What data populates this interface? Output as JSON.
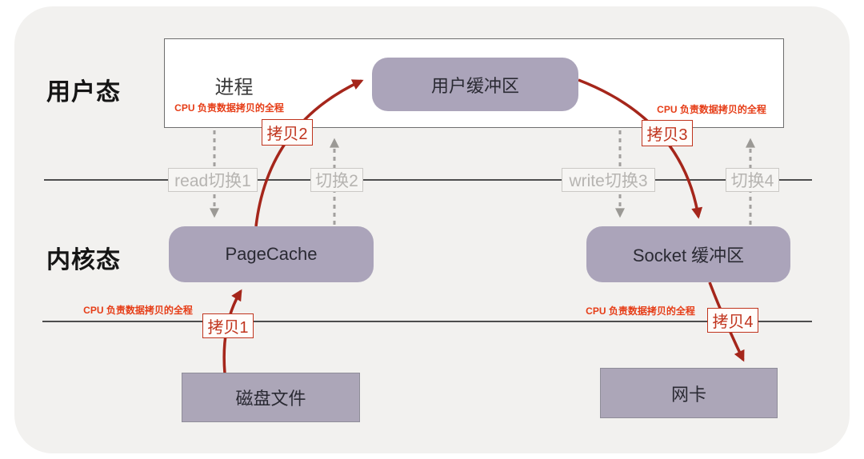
{
  "diagram": {
    "title_context": "CPU copy data flow (user mode / kernel mode)",
    "zone_labels": {
      "user_mode": "用户态",
      "kernel_mode": "内核态"
    },
    "process_label": "进程",
    "cpu_note": "CPU 负责数据拷贝的全程",
    "nodes": {
      "user_buffer": "用户缓冲区",
      "page_cache": "PageCache",
      "socket_buffer": "Socket 缓冲区",
      "disk_file": "磁盘文件",
      "nic": "网卡"
    },
    "switch_labels": [
      "read切换1",
      "切换2",
      "write切换3",
      "切换4"
    ],
    "copy_labels": [
      "拷贝1",
      "拷贝2",
      "拷贝3",
      "拷贝4"
    ],
    "colors": {
      "page_background": "#ffffff",
      "container_bg": "#f2f1ef",
      "user_space_bg": "#ffffff",
      "node_fill": "#aba4ba",
      "node_border": "#8f8d99",
      "node_text": "#2a2a33",
      "arrow_red": "#a5261b",
      "cpu_note_red": "#e63d17",
      "copy_label_red": "#c0341d",
      "switch_label_gray": "#b6b4b1",
      "divider_gray": "#4d4d4d",
      "dashed_arrow_gray": "#a2a09e"
    }
  }
}
